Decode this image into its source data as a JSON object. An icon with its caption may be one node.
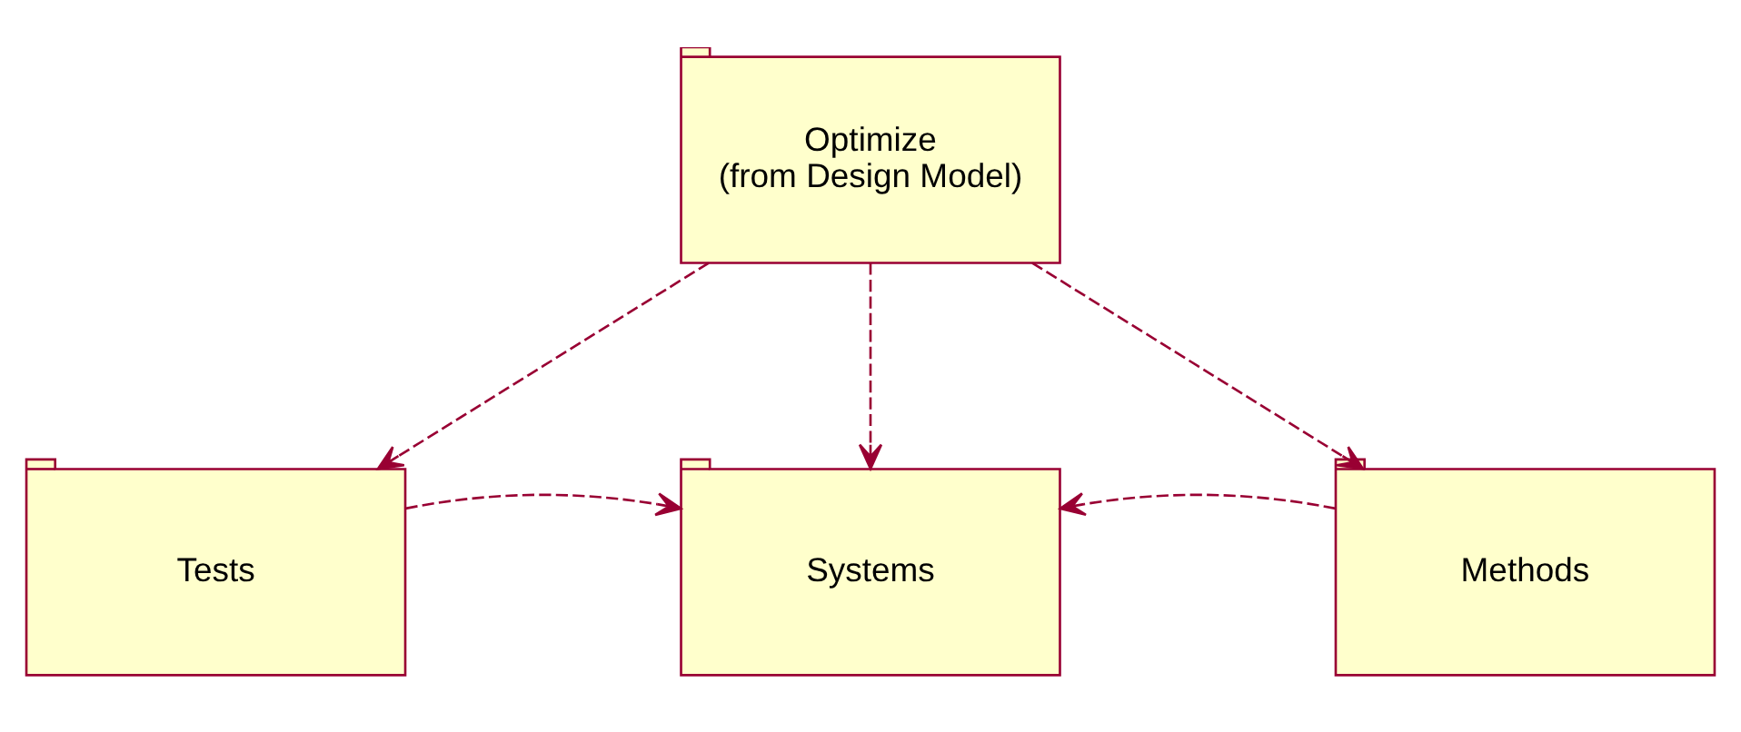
{
  "diagram": {
    "nodes": [
      {
        "text": [
          "Optimize",
          "(from Design Model)"
        ]
      },
      {
        "text": [
          "Tests"
        ]
      },
      {
        "text": [
          "Systems"
        ]
      },
      {
        "text": [
          "Methods"
        ]
      }
    ],
    "edges": [
      {
        "from": 0,
        "to": 1,
        "arrow": "to",
        "style": "dashed"
      },
      {
        "from": 0,
        "to": 2,
        "arrow": "to",
        "style": "dashed"
      },
      {
        "from": 0,
        "to": 3,
        "arrow": "to",
        "style": "dashed"
      },
      {
        "from": 1,
        "to": 2,
        "arrow": "to",
        "style": "dashed"
      },
      {
        "from": 3,
        "to": 2,
        "arrow": "to",
        "style": "dashed"
      }
    ]
  }
}
